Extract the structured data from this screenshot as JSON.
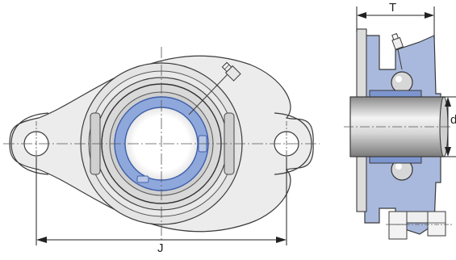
{
  "labels": {
    "j": "J",
    "t": "T",
    "d": "d"
  },
  "colors": {
    "background": "#ffffff",
    "housing_fill": "#e9e9e9",
    "housing_dark": "#d6d6d6",
    "line": "#3a3a3a",
    "centerline": "#555555",
    "bearing_blue": "#8fa8dc",
    "bearing_blue_dark": "#5f7fc4",
    "shaft_light": "#f2f2f2",
    "shaft_dark": "#9a9a9a"
  }
}
